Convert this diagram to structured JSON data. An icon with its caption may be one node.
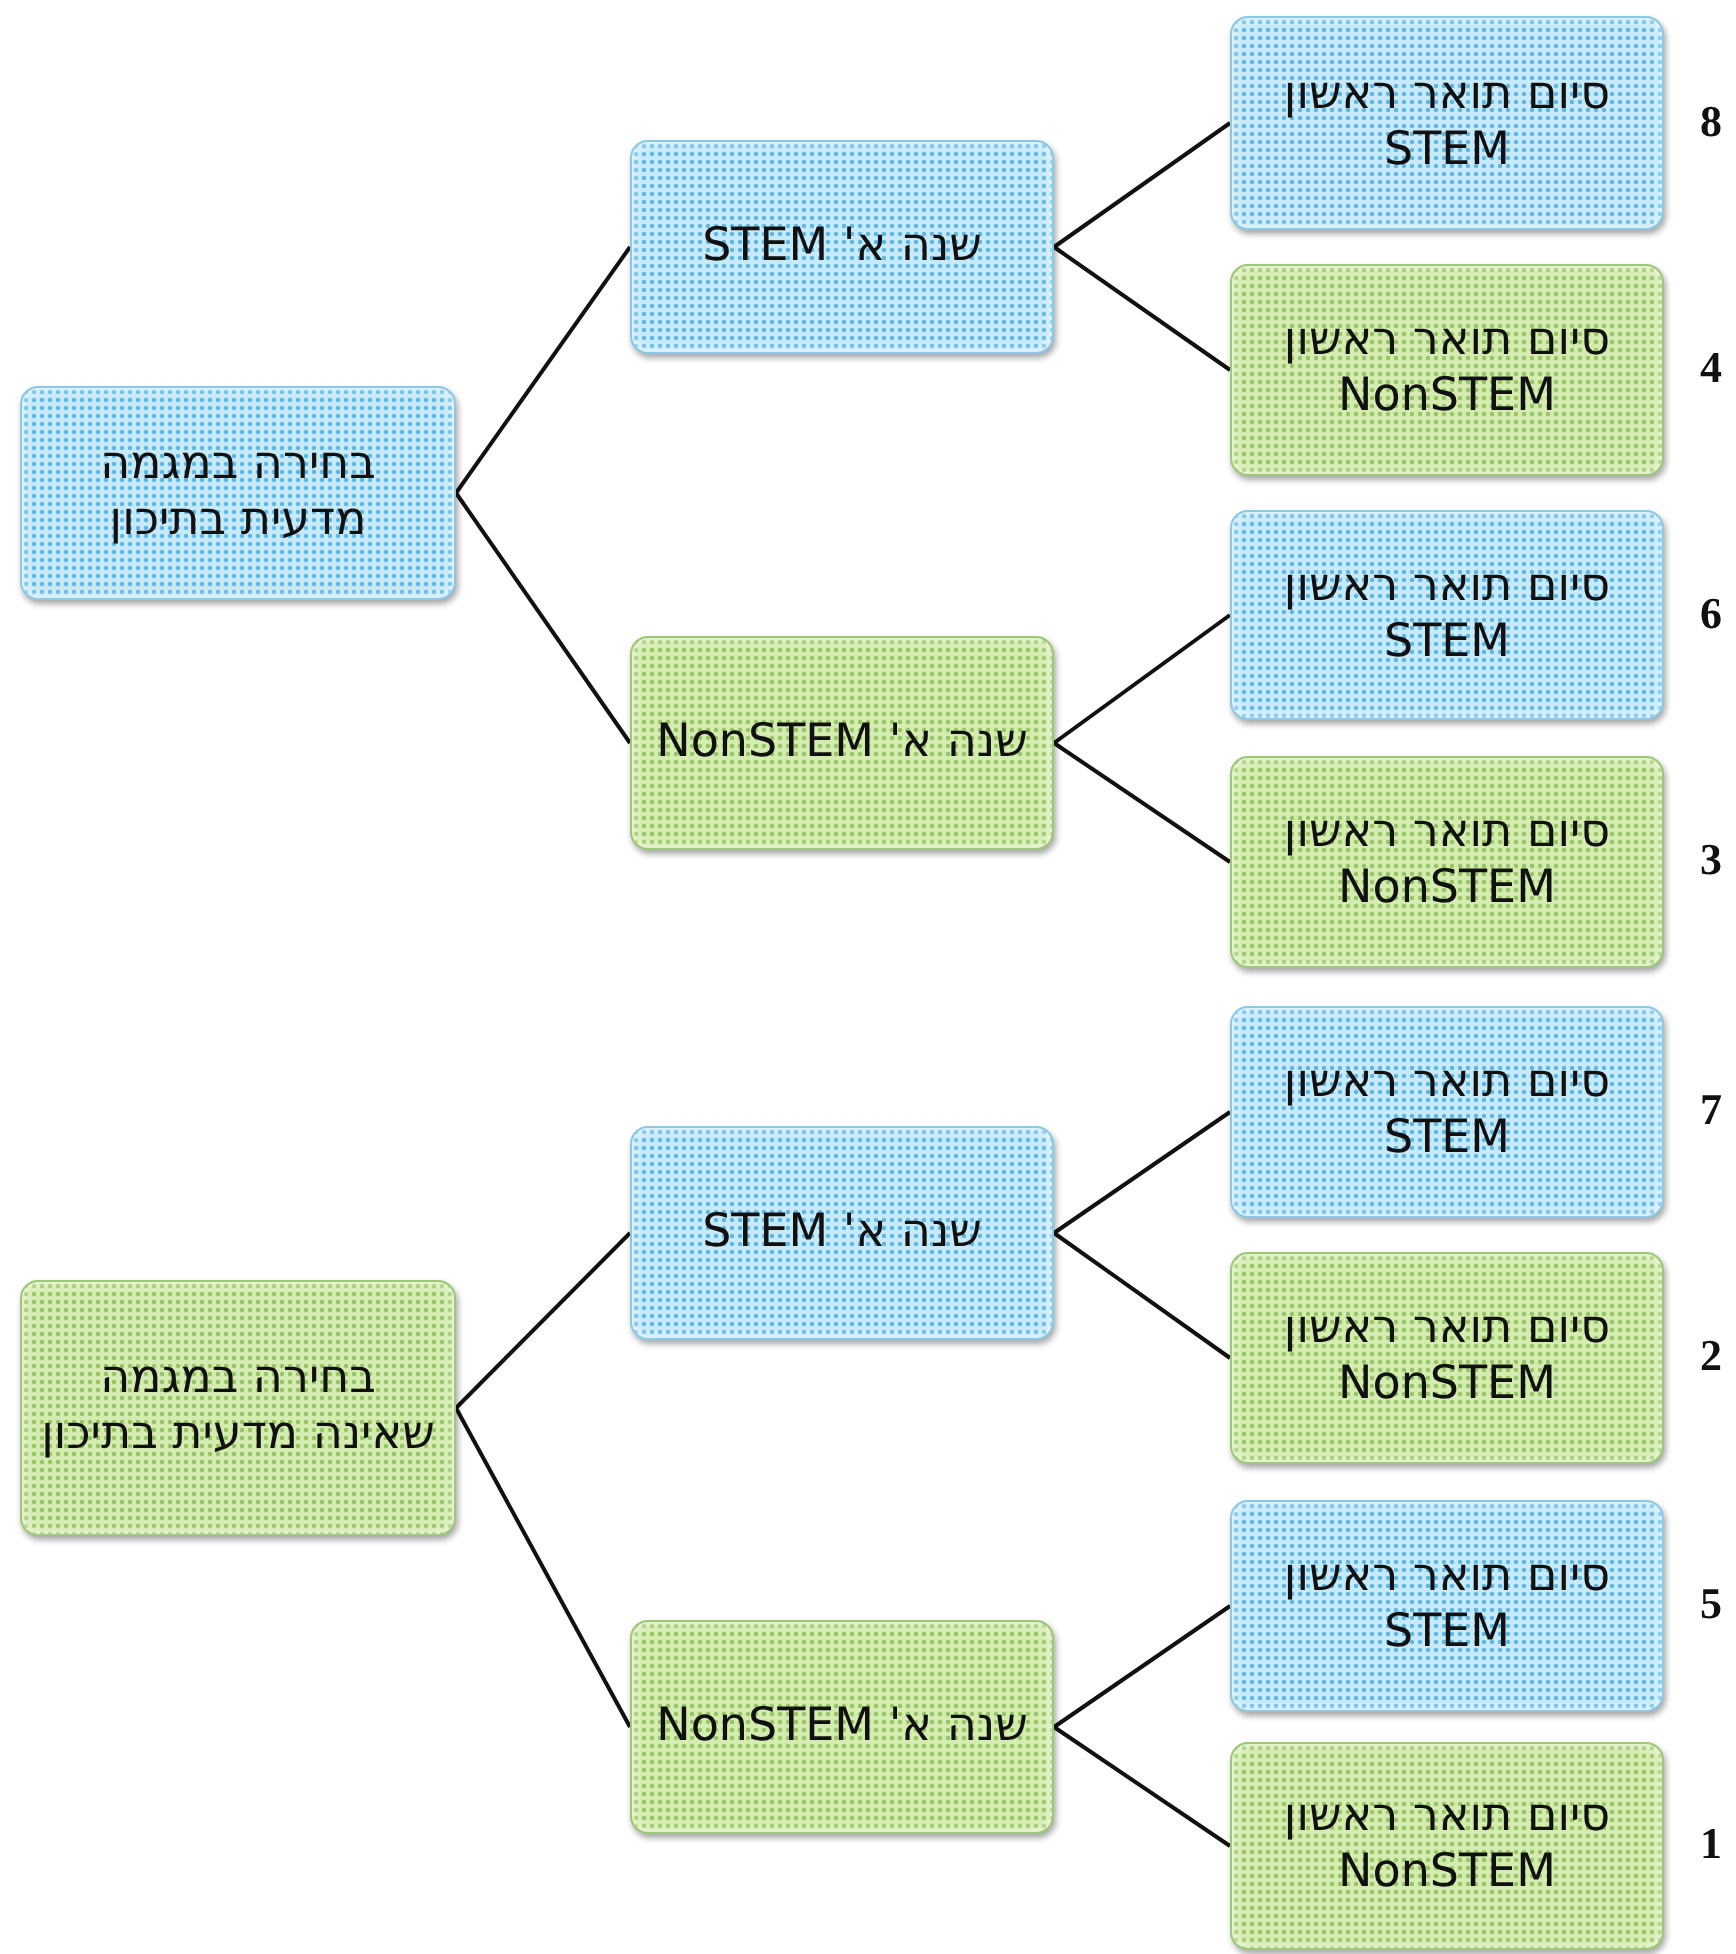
{
  "diagram": {
    "nodes": [
      {
        "text": [
          "בחירה במגמה מדעית בתיכון"
        ]
      },
      {
        "text": [
          "שנה א' STEM"
        ]
      },
      {
        "text": [
          "סיום תואר ראשון STEM"
        ],
        "beside": [
          "8"
        ]
      },
      {
        "text": [
          "סיום תואר ראשון NonSTEM"
        ],
        "beside": [
          "4"
        ]
      },
      {
        "text": [
          "שנה א' NonSTEM"
        ]
      },
      {
        "text": [
          "סיום תואר ראשון STEM"
        ],
        "beside": [
          "6"
        ]
      },
      {
        "text": [
          "סיום תואר ראשון NonSTEM"
        ],
        "beside": [
          "3"
        ]
      },
      {
        "text": [
          "בחירה במגמה שאינה מדעית בתיכון"
        ]
      },
      {
        "text": [
          "שנה א' STEM"
        ]
      },
      {
        "text": [
          "סיום תואר ראשון STEM"
        ],
        "beside": [
          "7"
        ]
      },
      {
        "text": [
          "סיום תואר ראשון NonSTEM"
        ],
        "beside": [
          "2"
        ]
      },
      {
        "text": [
          "שנה א' NonSTEM"
        ]
      },
      {
        "text": [
          "סיום תואר ראשון STEM"
        ],
        "beside": [
          "5"
        ]
      },
      {
        "text": [
          "סיום תואר ראשון NonSTEM"
        ],
        "beside": [
          "1"
        ]
      }
    ],
    "edges": [
      {
        "from": 0,
        "to": 1,
        "arrow": "none"
      },
      {
        "from": 0,
        "to": 4,
        "arrow": "none"
      },
      {
        "from": 1,
        "to": 2,
        "arrow": "none"
      },
      {
        "from": 1,
        "to": 3,
        "arrow": "none"
      },
      {
        "from": 4,
        "to": 5,
        "arrow": "none"
      },
      {
        "from": 4,
        "to": 6,
        "arrow": "none"
      },
      {
        "from": 7,
        "to": 8,
        "arrow": "none"
      },
      {
        "from": 7,
        "to": 11,
        "arrow": "none"
      },
      {
        "from": 8,
        "to": 9,
        "arrow": "none"
      },
      {
        "from": 8,
        "to": 10,
        "arrow": "none"
      },
      {
        "from": 11,
        "to": 12,
        "arrow": "none"
      },
      {
        "from": 11,
        "to": 13,
        "arrow": "none"
      }
    ]
  }
}
